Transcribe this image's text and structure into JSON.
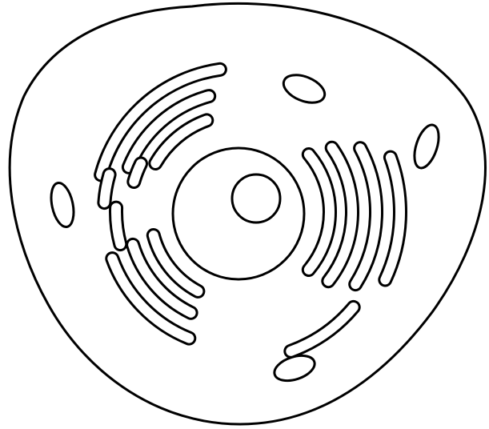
{
  "diagram": {
    "type": "cell-illustration",
    "background_color": "#ffffff",
    "line_color": "#000000",
    "parts": [
      "cell-membrane",
      "nucleus",
      "nucleolus",
      "endoplasmic-reticulum",
      "vesicle"
    ]
  }
}
